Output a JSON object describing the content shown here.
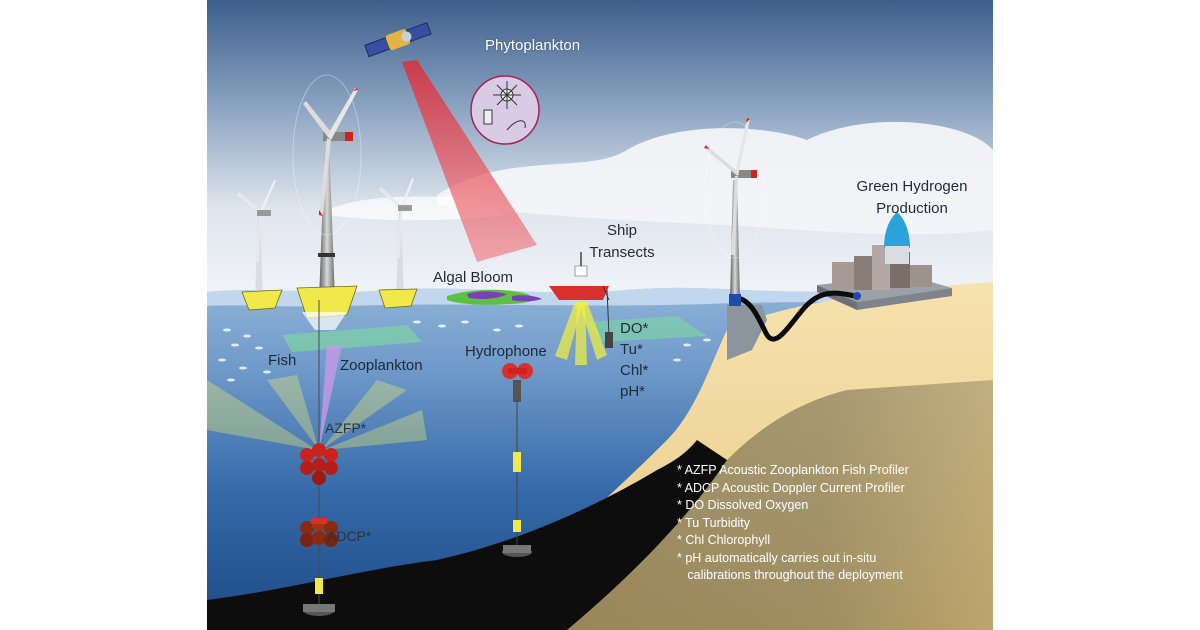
{
  "labels": {
    "phytoplankton": "Phytoplankton",
    "green_hydrogen_line1": "Green Hydrogen",
    "green_hydrogen_line2": "Production",
    "ship_line1": "Ship",
    "ship_line2": "Transects",
    "algal_bloom": "Algal Bloom",
    "fish": "Fish",
    "zooplankton": "Zooplankton",
    "hydrophone": "Hydrophone",
    "azfp": "AZFP*",
    "adcp": "ADCP*",
    "parameters": [
      "DO*",
      "Tu*",
      "Chl*",
      "pH*"
    ]
  },
  "legend": [
    "* AZFP Acoustic Zooplankton Fish Profiler",
    "* ADCP  Acoustic Doppler Current Profiler",
    "* DO  Dissolved Oxygen",
    "* Tu    Turbidity",
    "* Chl   Chlorophyll",
    "* pH automatically carries out in-situ",
    "   calibrations throughout the deployment"
  ],
  "colors": {
    "sky_top": "#3d5e8c",
    "sky_bottom": "#eef2f6",
    "ocean_surface": "#7fa6cf",
    "ocean_deep": "#1f4a86",
    "seabed": "#0d0d0d",
    "sand": "#f3dca2",
    "beam_red": "#e8353f",
    "beam_yellow": "#f4f13c",
    "algae_green": "#5cc043",
    "algae_purple": "#7b3fb8",
    "buoy_red": "#c8241d",
    "hydrogen_blue": "#2aa3dc"
  },
  "icons": [
    "satellite-icon",
    "wind-turbine-icon",
    "ship-icon",
    "buoy-icon",
    "hydrophone-icon",
    "factory-icon",
    "phytoplankton-icon",
    "fish-icon"
  ]
}
